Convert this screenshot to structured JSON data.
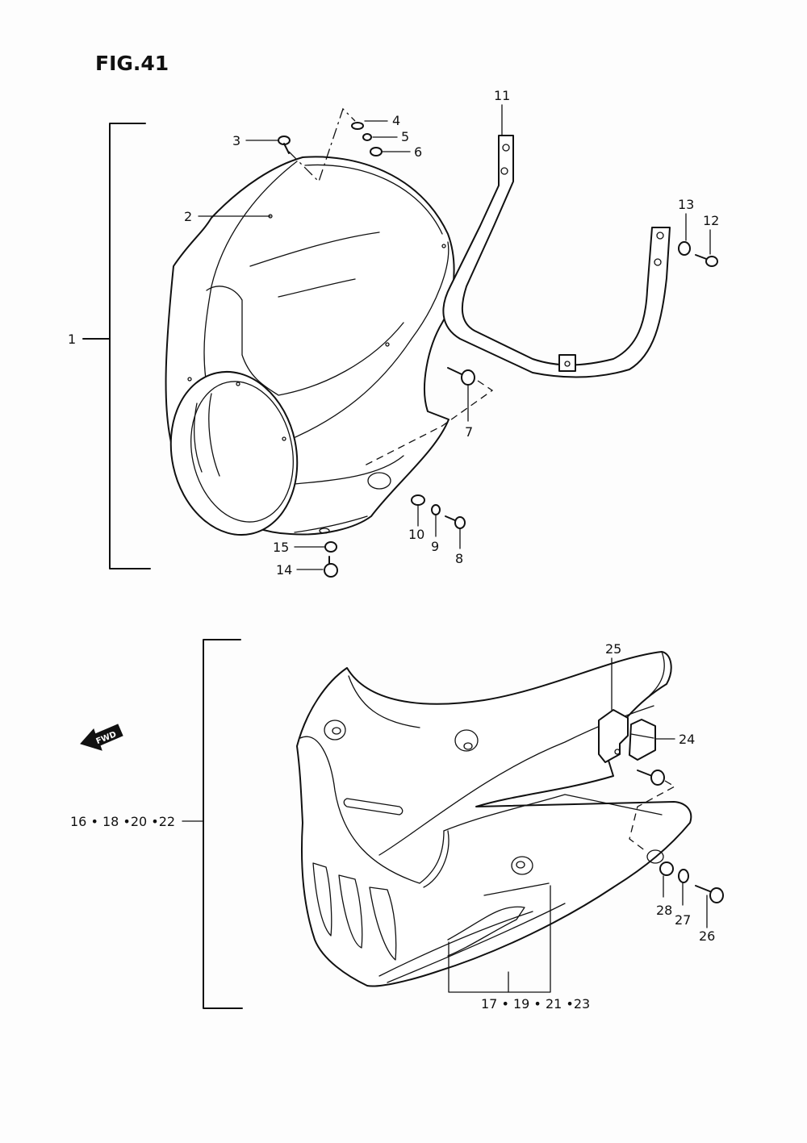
{
  "figure": {
    "title": "FIG.41"
  },
  "fwd_arrow": {
    "label": "FWD",
    "icon": "forward-arrow-icon"
  },
  "callouts": {
    "p1": "1",
    "p2": "2",
    "p3": "3",
    "p4": "4",
    "p5": "5",
    "p6": "6",
    "p7": "7",
    "p8": "8",
    "p9": "9",
    "p10": "10",
    "p11": "11",
    "p12": "12",
    "p13": "13",
    "p14": "14",
    "p15": "15",
    "g16": "16 • 18 •20 •22",
    "g17": "17 • 19 • 21 •23",
    "p24": "24",
    "p25": "25",
    "p26": "26",
    "p27": "27",
    "p28": "28"
  },
  "colors": {
    "ink": "#111111",
    "paper": "#fdfdfd"
  }
}
